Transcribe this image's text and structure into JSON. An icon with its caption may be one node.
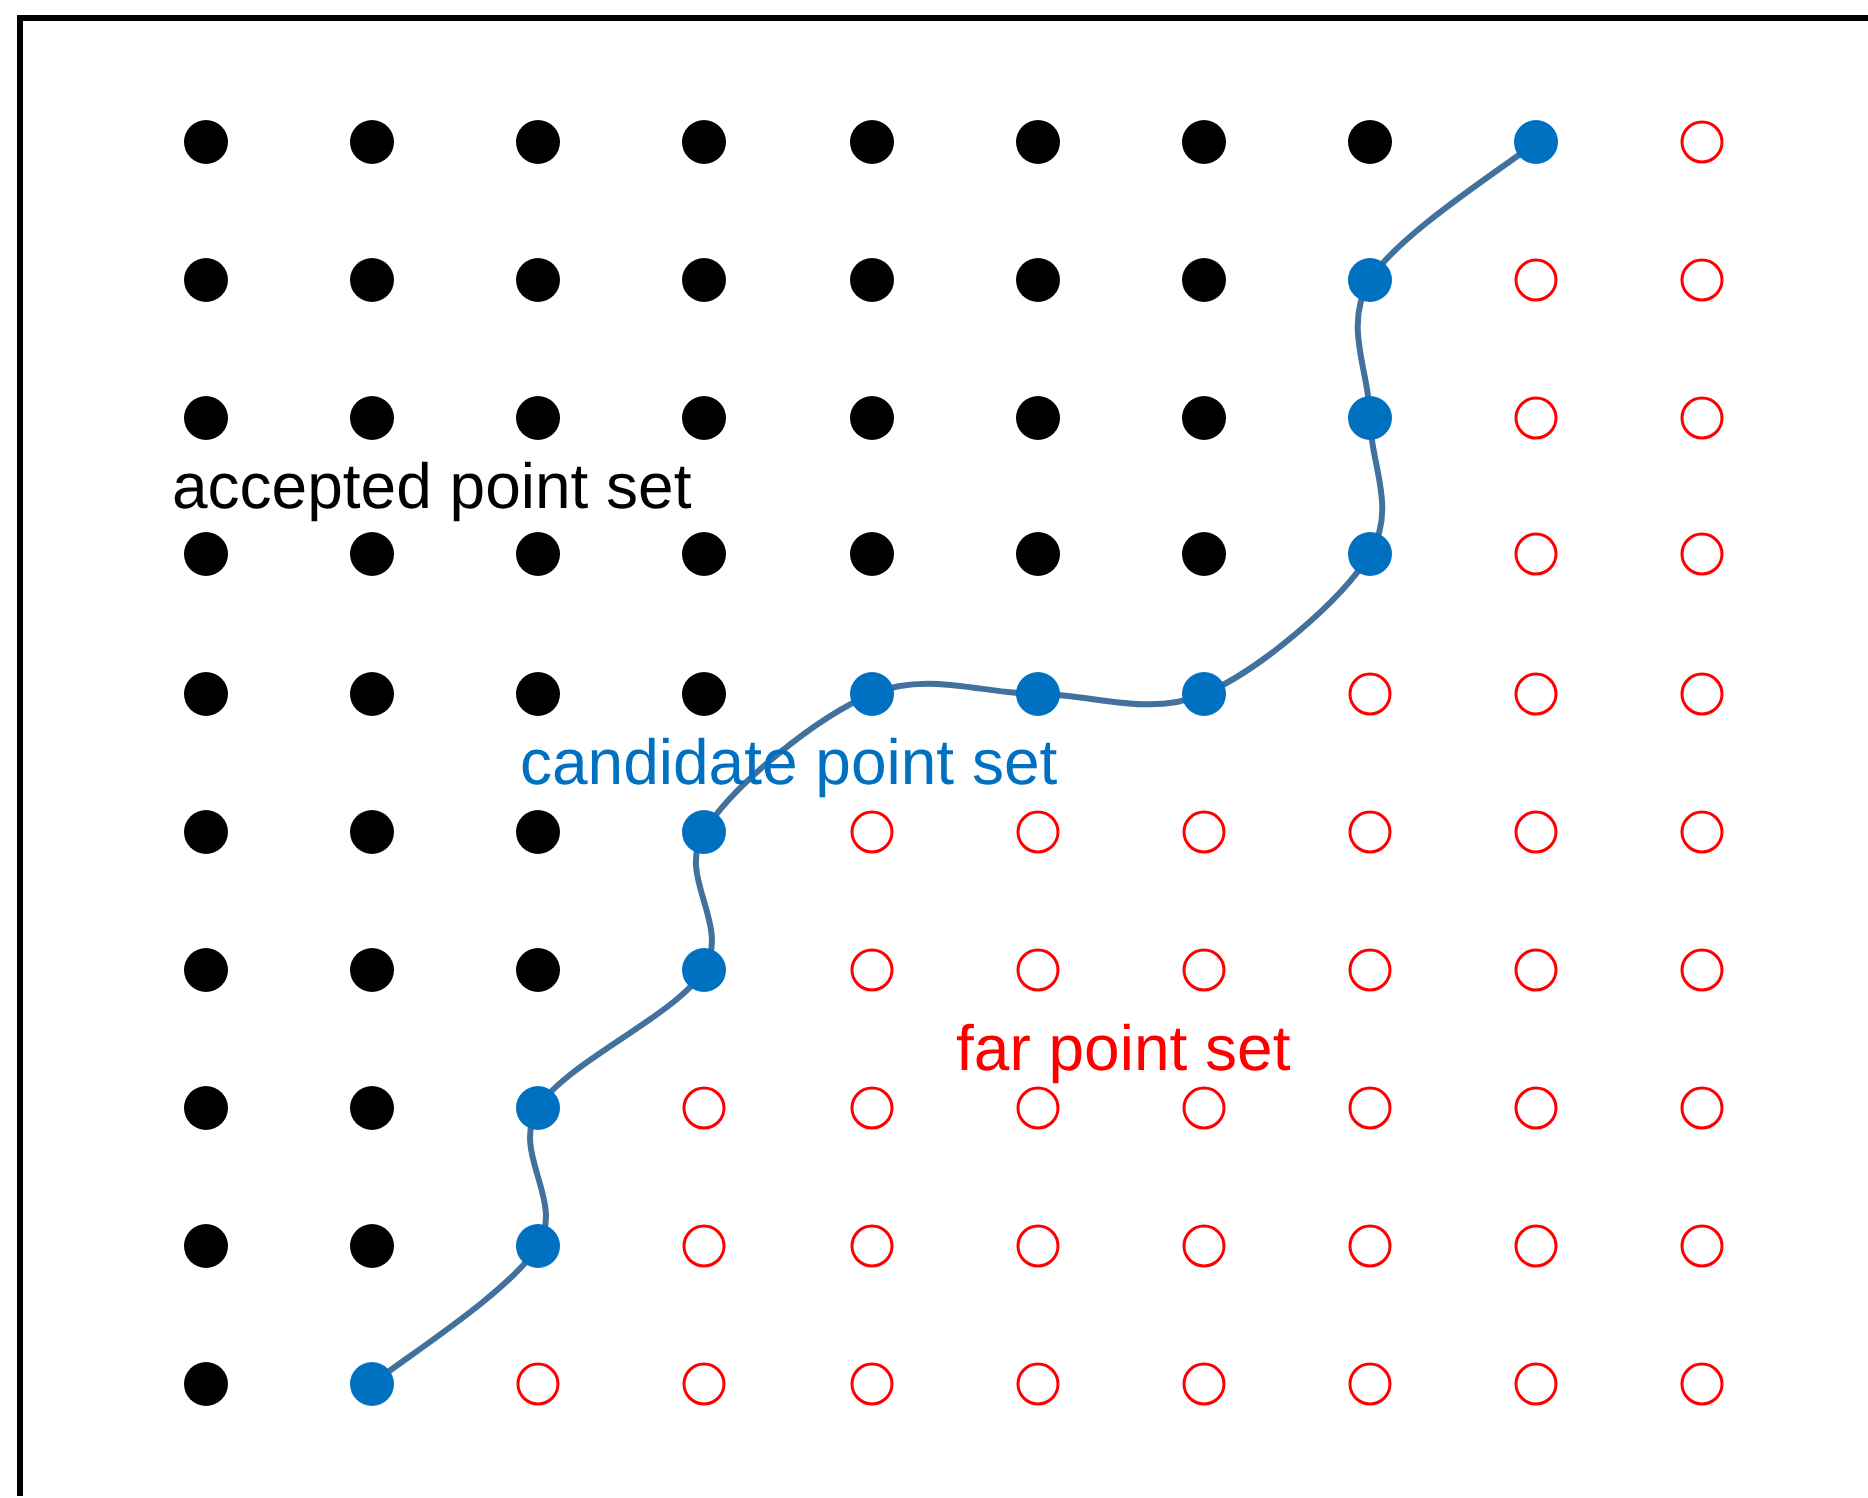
{
  "diagram": {
    "labels": [
      "accepted point set",
      "candidate point set",
      "far point set"
    ]
  }
}
